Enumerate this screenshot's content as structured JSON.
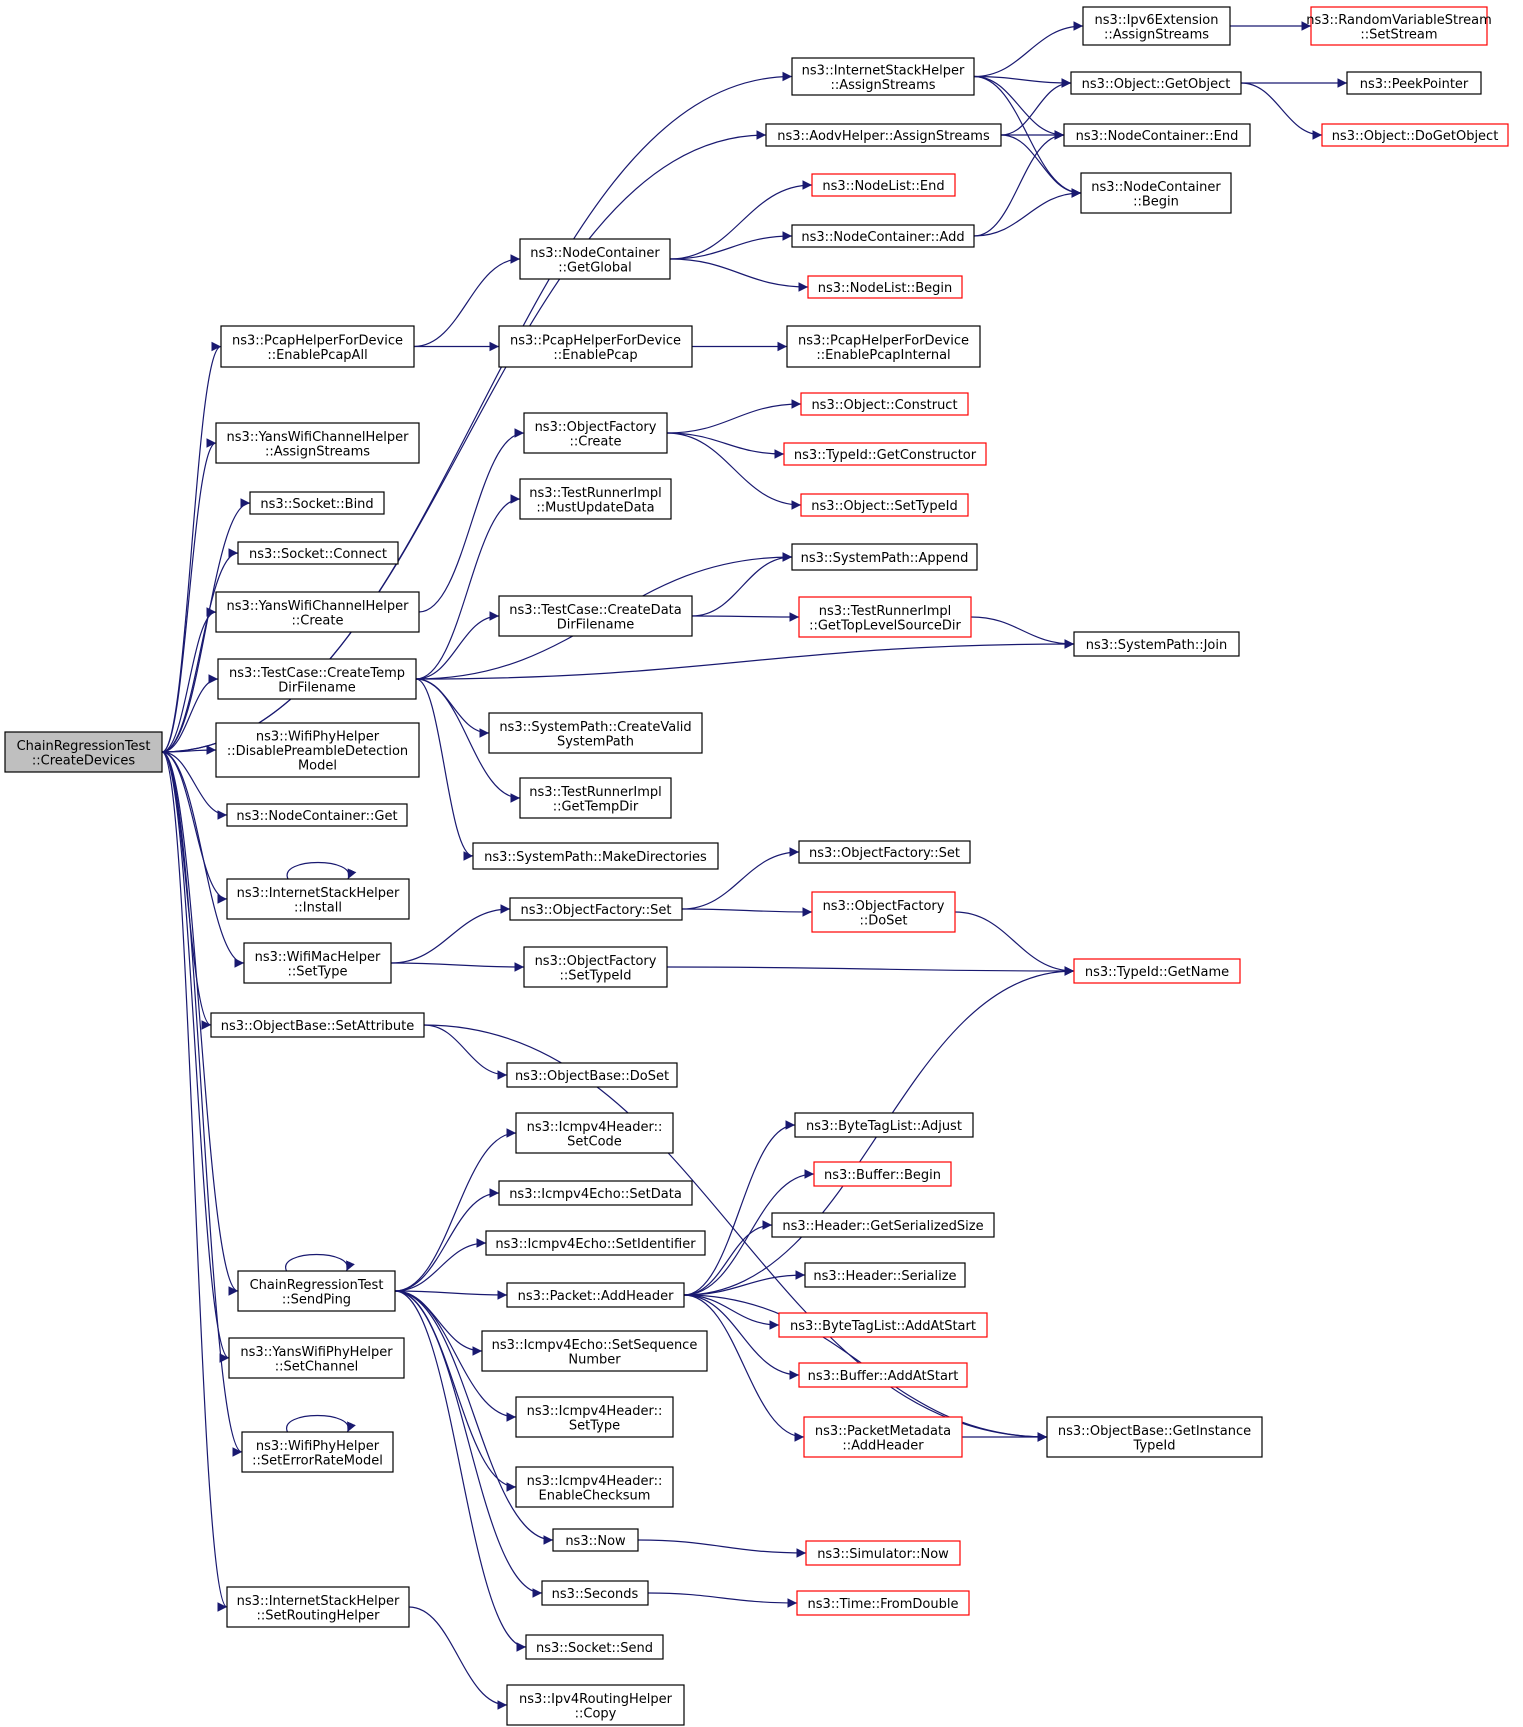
{
  "diagram": {
    "type": "call-graph",
    "colors": {
      "edge": "#191970",
      "external_border": "#ff0000",
      "node_border": "#000000",
      "root_fill": "#bfbfbf"
    },
    "nodes": [
      {
        "id": "root",
        "lines": [
          "ChainRegressionTest",
          "::CreateDevices"
        ],
        "kind": "root"
      },
      {
        "id": "n_ish_as",
        "lines": [
          "ns3::InternetStackHelper",
          "::AssignStreams"
        ]
      },
      {
        "id": "n_aodv_as",
        "lines": [
          "ns3::AodvHelper::AssignStreams"
        ]
      },
      {
        "id": "n_ipv6ext",
        "lines": [
          "ns3::Ipv6Extension",
          "::AssignStreams"
        ]
      },
      {
        "id": "n_rvs",
        "lines": [
          "ns3::RandomVariableStream",
          "::SetStream"
        ],
        "kind": "external"
      },
      {
        "id": "n_getobj",
        "lines": [
          "ns3::Object::GetObject"
        ]
      },
      {
        "id": "n_peek",
        "lines": [
          "ns3::PeekPointer"
        ]
      },
      {
        "id": "n_dogetobj",
        "lines": [
          "ns3::Object::DoGetObject"
        ],
        "kind": "external"
      },
      {
        "id": "n_nc_end",
        "lines": [
          "ns3::NodeContainer::End"
        ]
      },
      {
        "id": "n_nc_begin",
        "lines": [
          "ns3::NodeContainer",
          "::Begin"
        ]
      },
      {
        "id": "n_nl_end",
        "lines": [
          "ns3::NodeList::End"
        ],
        "kind": "external"
      },
      {
        "id": "n_nc_add",
        "lines": [
          "ns3::NodeContainer::Add"
        ]
      },
      {
        "id": "n_nc_global",
        "lines": [
          "ns3::NodeContainer",
          "::GetGlobal"
        ]
      },
      {
        "id": "n_nl_begin",
        "lines": [
          "ns3::NodeList::Begin"
        ],
        "kind": "external"
      },
      {
        "id": "n_pcap_all",
        "lines": [
          "ns3::PcapHelperForDevice",
          "::EnablePcapAll"
        ]
      },
      {
        "id": "n_pcap",
        "lines": [
          "ns3::PcapHelperForDevice",
          "::EnablePcap"
        ]
      },
      {
        "id": "n_pcap_int",
        "lines": [
          "ns3::PcapHelperForDevice",
          "::EnablePcapInternal"
        ]
      },
      {
        "id": "n_ywch_as",
        "lines": [
          "ns3::YansWifiChannelHelper",
          "::AssignStreams"
        ]
      },
      {
        "id": "n_sock_bind",
        "lines": [
          "ns3::Socket::Bind"
        ]
      },
      {
        "id": "n_sock_conn",
        "lines": [
          "ns3::Socket::Connect"
        ]
      },
      {
        "id": "n_ywch_create",
        "lines": [
          "ns3::YansWifiChannelHelper",
          "::Create"
        ]
      },
      {
        "id": "n_of_create",
        "lines": [
          "ns3::ObjectFactory",
          "::Create"
        ]
      },
      {
        "id": "n_obj_construct",
        "lines": [
          "ns3::Object::Construct"
        ],
        "kind": "external"
      },
      {
        "id": "n_typeid_getcons",
        "lines": [
          "ns3::TypeId::GetConstructor"
        ],
        "kind": "external"
      },
      {
        "id": "n_obj_settypeid",
        "lines": [
          "ns3::Object::SetTypeId"
        ],
        "kind": "external"
      },
      {
        "id": "n_tri_mud",
        "lines": [
          "ns3::TestRunnerImpl",
          "::MustUpdateData"
        ]
      },
      {
        "id": "n_sp_append",
        "lines": [
          "ns3::SystemPath::Append"
        ]
      },
      {
        "id": "n_tc_cddf",
        "lines": [
          "ns3::TestCase::CreateData",
          "DirFilename"
        ]
      },
      {
        "id": "n_tri_gtlsd",
        "lines": [
          "ns3::TestRunnerImpl",
          "::GetTopLevelSourceDir"
        ],
        "kind": "external"
      },
      {
        "id": "n_sp_join",
        "lines": [
          "ns3::SystemPath::Join"
        ]
      },
      {
        "id": "n_tc_ctdf",
        "lines": [
          "ns3::TestCase::CreateTemp",
          "DirFilename"
        ]
      },
      {
        "id": "n_sp_cvsp",
        "lines": [
          "ns3::SystemPath::CreateValid",
          "SystemPath"
        ]
      },
      {
        "id": "n_wph_dpdm",
        "lines": [
          "ns3::WifiPhyHelper",
          "::DisablePreambleDetection",
          "Model"
        ]
      },
      {
        "id": "n_tri_gtd",
        "lines": [
          "ns3::TestRunnerImpl",
          "::GetTempDir"
        ]
      },
      {
        "id": "n_nc_get",
        "lines": [
          "ns3::NodeContainer::Get"
        ]
      },
      {
        "id": "n_sp_md",
        "lines": [
          "ns3::SystemPath::MakeDirectories"
        ]
      },
      {
        "id": "n_ish_install",
        "lines": [
          "ns3::InternetStackHelper",
          "::Install"
        ]
      },
      {
        "id": "n_of_set_a",
        "lines": [
          "ns3::ObjectFactory::Set"
        ]
      },
      {
        "id": "n_of_set_b",
        "lines": [
          "ns3::ObjectFactory::Set"
        ]
      },
      {
        "id": "n_of_doset",
        "lines": [
          "ns3::ObjectFactory",
          "::DoSet"
        ],
        "kind": "external"
      },
      {
        "id": "n_wmh_settype",
        "lines": [
          "ns3::WifiMacHelper",
          "::SetType"
        ]
      },
      {
        "id": "n_of_settypeid",
        "lines": [
          "ns3::ObjectFactory",
          "::SetTypeId"
        ]
      },
      {
        "id": "n_typeid_getname",
        "lines": [
          "ns3::TypeId::GetName"
        ],
        "kind": "external"
      },
      {
        "id": "n_ob_setattr",
        "lines": [
          "ns3::ObjectBase::SetAttribute"
        ]
      },
      {
        "id": "n_ob_doset",
        "lines": [
          "ns3::ObjectBase::DoSet"
        ]
      },
      {
        "id": "n_icmp_setcode",
        "lines": [
          "ns3::Icmpv4Header::",
          "SetCode"
        ]
      },
      {
        "id": "n_btl_adjust",
        "lines": [
          "ns3::ByteTagList::Adjust"
        ]
      },
      {
        "id": "n_echo_setdata",
        "lines": [
          "ns3::Icmpv4Echo::SetData"
        ]
      },
      {
        "id": "n_buf_begin",
        "lines": [
          "ns3::Buffer::Begin"
        ],
        "kind": "external"
      },
      {
        "id": "n_echo_setid",
        "lines": [
          "ns3::Icmpv4Echo::SetIdentifier"
        ]
      },
      {
        "id": "n_hdr_gss",
        "lines": [
          "ns3::Header::GetSerializedSize"
        ]
      },
      {
        "id": "n_crt_sendping",
        "lines": [
          "ChainRegressionTest",
          "::SendPing"
        ]
      },
      {
        "id": "n_pkt_addhdr",
        "lines": [
          "ns3::Packet::AddHeader"
        ]
      },
      {
        "id": "n_hdr_serialize",
        "lines": [
          "ns3::Header::Serialize"
        ]
      },
      {
        "id": "n_btl_aas",
        "lines": [
          "ns3::ByteTagList::AddAtStart"
        ],
        "kind": "external"
      },
      {
        "id": "n_echo_setseq",
        "lines": [
          "ns3::Icmpv4Echo::SetSequence",
          "Number"
        ]
      },
      {
        "id": "n_ywph_setch",
        "lines": [
          "ns3::YansWifiPhyHelper",
          "::SetChannel"
        ]
      },
      {
        "id": "n_buf_aas",
        "lines": [
          "ns3::Buffer::AddAtStart"
        ],
        "kind": "external"
      },
      {
        "id": "n_icmp_settype",
        "lines": [
          "ns3::Icmpv4Header::",
          "SetType"
        ]
      },
      {
        "id": "n_pm_addhdr",
        "lines": [
          "ns3::PacketMetadata",
          "::AddHeader"
        ],
        "kind": "external"
      },
      {
        "id": "n_ob_gitid",
        "lines": [
          "ns3::ObjectBase::GetInstance",
          "TypeId"
        ]
      },
      {
        "id": "n_wph_serm",
        "lines": [
          "ns3::WifiPhyHelper",
          "::SetErrorRateModel"
        ]
      },
      {
        "id": "n_icmp_enchk",
        "lines": [
          "ns3::Icmpv4Header::",
          "EnableChecksum"
        ]
      },
      {
        "id": "n_now",
        "lines": [
          "ns3::Now"
        ]
      },
      {
        "id": "n_sim_now",
        "lines": [
          "ns3::Simulator::Now"
        ],
        "kind": "external"
      },
      {
        "id": "n_seconds",
        "lines": [
          "ns3::Seconds"
        ]
      },
      {
        "id": "n_time_fd",
        "lines": [
          "ns3::Time::FromDouble"
        ],
        "kind": "external"
      },
      {
        "id": "n_ish_srh",
        "lines": [
          "ns3::InternetStackHelper",
          "::SetRoutingHelper"
        ]
      },
      {
        "id": "n_sock_send",
        "lines": [
          "ns3::Socket::Send"
        ]
      },
      {
        "id": "n_ipv4rh_copy",
        "lines": [
          "ns3::Ipv4RoutingHelper",
          "::Copy"
        ]
      }
    ],
    "edges": [
      [
        "root",
        "n_ish_as"
      ],
      [
        "root",
        "n_aodv_as"
      ],
      [
        "root",
        "n_pcap_all"
      ],
      [
        "root",
        "n_ywch_as"
      ],
      [
        "root",
        "n_sock_bind"
      ],
      [
        "root",
        "n_sock_conn"
      ],
      [
        "root",
        "n_ywch_create"
      ],
      [
        "root",
        "n_tc_ctdf"
      ],
      [
        "root",
        "n_wph_dpdm"
      ],
      [
        "root",
        "n_nc_get"
      ],
      [
        "root",
        "n_ish_install"
      ],
      [
        "root",
        "n_wmh_settype"
      ],
      [
        "root",
        "n_ob_setattr"
      ],
      [
        "root",
        "n_crt_sendping"
      ],
      [
        "root",
        "n_ywph_setch"
      ],
      [
        "root",
        "n_wph_serm"
      ],
      [
        "root",
        "n_ish_srh"
      ],
      [
        "n_ish_as",
        "n_ipv6ext"
      ],
      [
        "n_ish_as",
        "n_getobj"
      ],
      [
        "n_ish_as",
        "n_nc_end"
      ],
      [
        "n_ish_as",
        "n_nc_begin"
      ],
      [
        "n_ipv6ext",
        "n_rvs"
      ],
      [
        "n_getobj",
        "n_peek"
      ],
      [
        "n_getobj",
        "n_dogetobj"
      ],
      [
        "n_aodv_as",
        "n_getobj"
      ],
      [
        "n_aodv_as",
        "n_nc_end"
      ],
      [
        "n_aodv_as",
        "n_nc_begin"
      ],
      [
        "n_nc_add",
        "n_nc_end"
      ],
      [
        "n_nc_add",
        "n_nc_begin"
      ],
      [
        "n_nc_global",
        "n_nl_end"
      ],
      [
        "n_nc_global",
        "n_nc_add"
      ],
      [
        "n_nc_global",
        "n_nl_begin"
      ],
      [
        "n_pcap_all",
        "n_nc_global"
      ],
      [
        "n_pcap_all",
        "n_pcap"
      ],
      [
        "n_pcap",
        "n_pcap_int"
      ],
      [
        "n_ywch_create",
        "n_of_create"
      ],
      [
        "n_of_create",
        "n_obj_construct"
      ],
      [
        "n_of_create",
        "n_typeid_getcons"
      ],
      [
        "n_of_create",
        "n_obj_settypeid"
      ],
      [
        "n_tc_ctdf",
        "n_tri_mud"
      ],
      [
        "n_tc_ctdf",
        "n_sp_append"
      ],
      [
        "n_tc_ctdf",
        "n_tc_cddf"
      ],
      [
        "n_tc_ctdf",
        "n_sp_join"
      ],
      [
        "n_tc_ctdf",
        "n_sp_cvsp"
      ],
      [
        "n_tc_ctdf",
        "n_tri_gtd"
      ],
      [
        "n_tc_ctdf",
        "n_sp_md"
      ],
      [
        "n_tc_cddf",
        "n_sp_append"
      ],
      [
        "n_tc_cddf",
        "n_tri_gtlsd"
      ],
      [
        "n_tri_gtlsd",
        "n_sp_join"
      ],
      [
        "n_ish_install",
        "n_ish_install"
      ],
      [
        "n_of_set_b",
        "n_of_set_a"
      ],
      [
        "n_of_set_b",
        "n_of_doset"
      ],
      [
        "n_of_doset",
        "n_typeid_getname"
      ],
      [
        "n_wmh_settype",
        "n_of_set_b"
      ],
      [
        "n_wmh_settype",
        "n_of_settypeid"
      ],
      [
        "n_of_settypeid",
        "n_typeid_getname"
      ],
      [
        "n_ob_setattr",
        "n_ob_doset"
      ],
      [
        "n_ob_setattr",
        "n_ob_gitid"
      ],
      [
        "n_crt_sendping",
        "n_crt_sendping"
      ],
      [
        "n_crt_sendping",
        "n_icmp_setcode"
      ],
      [
        "n_crt_sendping",
        "n_echo_setdata"
      ],
      [
        "n_crt_sendping",
        "n_echo_setid"
      ],
      [
        "n_crt_sendping",
        "n_pkt_addhdr"
      ],
      [
        "n_crt_sendping",
        "n_echo_setseq"
      ],
      [
        "n_crt_sendping",
        "n_icmp_settype"
      ],
      [
        "n_crt_sendping",
        "n_icmp_enchk"
      ],
      [
        "n_crt_sendping",
        "n_now"
      ],
      [
        "n_crt_sendping",
        "n_seconds"
      ],
      [
        "n_crt_sendping",
        "n_sock_send"
      ],
      [
        "n_pkt_addhdr",
        "n_typeid_getname"
      ],
      [
        "n_pkt_addhdr",
        "n_btl_adjust"
      ],
      [
        "n_pkt_addhdr",
        "n_buf_begin"
      ],
      [
        "n_pkt_addhdr",
        "n_hdr_gss"
      ],
      [
        "n_pkt_addhdr",
        "n_hdr_serialize"
      ],
      [
        "n_pkt_addhdr",
        "n_btl_aas"
      ],
      [
        "n_pkt_addhdr",
        "n_buf_aas"
      ],
      [
        "n_pkt_addhdr",
        "n_pm_addhdr"
      ],
      [
        "n_pkt_addhdr",
        "n_ob_gitid"
      ],
      [
        "n_pm_addhdr",
        "n_ob_gitid"
      ],
      [
        "n_wph_serm",
        "n_wph_serm"
      ],
      [
        "n_now",
        "n_sim_now"
      ],
      [
        "n_seconds",
        "n_time_fd"
      ],
      [
        "n_ish_srh",
        "n_ipv4rh_copy"
      ]
    ]
  }
}
